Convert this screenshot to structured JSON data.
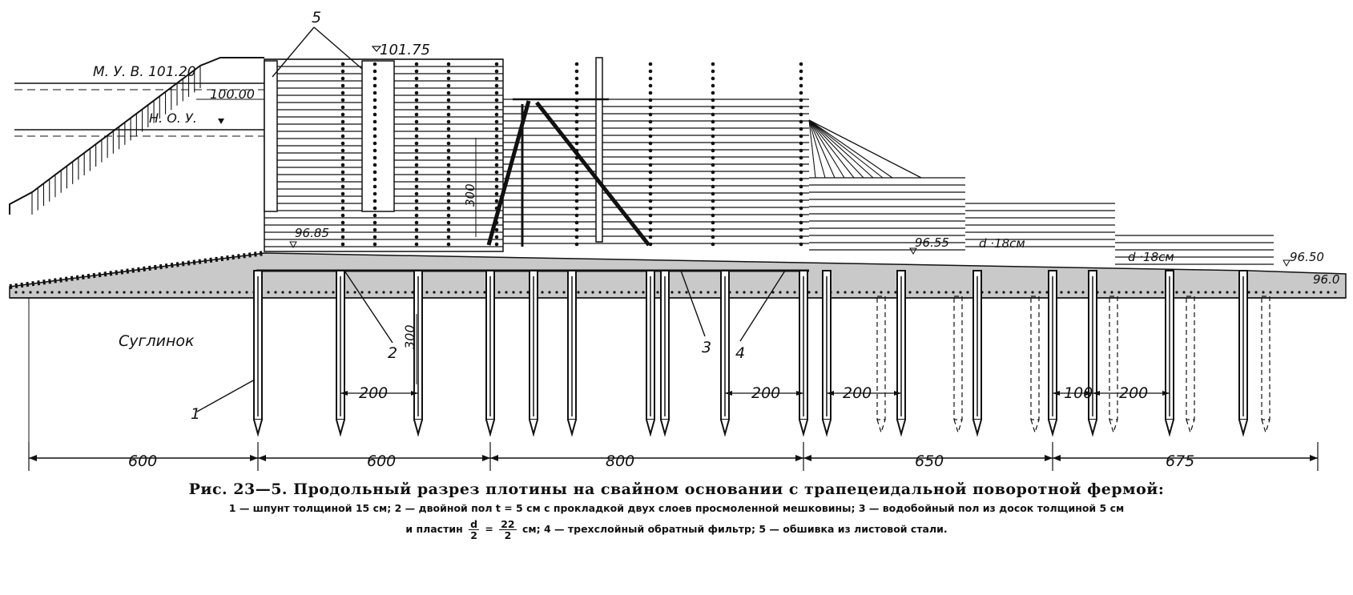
{
  "labels": {
    "callout_5": "5",
    "elev_crest": "101.75",
    "muv": "М. У. В. 101.20",
    "elev_100": "100.00",
    "nou": "Н. О. У.",
    "dim_300_upper": "300",
    "elev_9685": "96.85",
    "elev_9655": "96.55",
    "d18_a": "d ·18см",
    "d18_b": "d ·18см",
    "elev_9650": "96.50",
    "elev_960": "96.0",
    "soil": "Суглинок",
    "callout_1": "1",
    "callout_2": "2",
    "callout_3": "3",
    "callout_4": "4",
    "dim_300_lower": "300"
  },
  "spacing_dims": [
    "200",
    "200",
    "200",
    "100",
    "200"
  ],
  "bottom_dims": [
    "600",
    "600",
    "800",
    "650",
    "675"
  ],
  "caption": {
    "title": "Рис. 23—5. Продольный разрез плотины на свайном основании с трапецеидальной поворотной фермой:",
    "line1": "1 — шпунт толщиной 15 см; 2 — двойной пол t = 5 см с прокладкой двух слоев просмоленной мешковины; 3 — водобойный пол из досок толщиной 5 см",
    "line2_pre": "и пластин",
    "frac1_num": "d",
    "frac1_den": "2",
    "eq": "=",
    "frac2_num": "22",
    "frac2_den": "2",
    "line2_post": "см; 4 — трехслойный обратный фильтр; 5 — обшивка из листовой стали."
  }
}
